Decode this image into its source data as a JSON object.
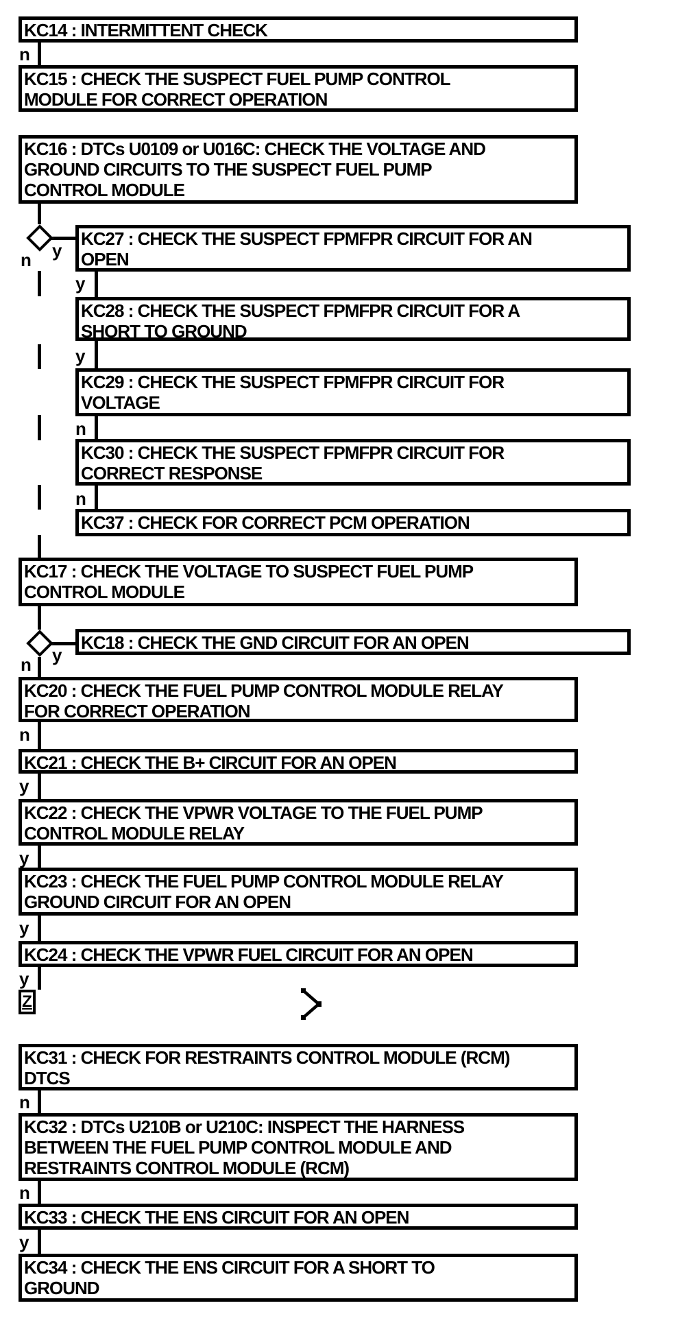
{
  "diagram": {
    "boxes": {
      "kc14": "KC14 : INTERMITTENT CHECK",
      "kc15": "KC15 : CHECK THE SUSPECT FUEL PUMP CONTROL\nMODULE FOR CORRECT OPERATION",
      "kc16": "KC16 : DTCs U0109 or U016C: CHECK THE VOLTAGE AND\nGROUND CIRCUITS TO THE SUSPECT FUEL PUMP\nCONTROL MODULE",
      "kc27": "KC27 : CHECK THE SUSPECT FPMFPR CIRCUIT FOR AN\nOPEN",
      "kc28": "KC28 : CHECK THE SUSPECT FPMFPR CIRCUIT FOR A\nSHORT TO GROUND",
      "kc29": "KC29 : CHECK THE SUSPECT FPMFPR CIRCUIT FOR\nVOLTAGE",
      "kc30": "KC30 : CHECK THE SUSPECT FPMFPR CIRCUIT FOR\nCORRECT RESPONSE",
      "kc37": "KC37 : CHECK FOR CORRECT PCM OPERATION",
      "kc17": "KC17 : CHECK THE VOLTAGE TO SUSPECT FUEL PUMP\nCONTROL MODULE",
      "kc18": "KC18 : CHECK THE GND CIRCUIT FOR AN OPEN",
      "kc20": "KC20 : CHECK THE FUEL PUMP CONTROL MODULE RELAY\nFOR CORRECT OPERATION",
      "kc21": "KC21 : CHECK THE B+ CIRCUIT FOR AN OPEN",
      "kc22": "KC22 : CHECK THE VPWR VOLTAGE TO THE FUEL PUMP\nCONTROL MODULE RELAY",
      "kc23": "KC23 : CHECK THE FUEL PUMP CONTROL MODULE RELAY\nGROUND CIRCUIT FOR AN OPEN",
      "kc24": "KC24 : CHECK THE VPWR FUEL CIRCUIT FOR AN OPEN",
      "kc31": "KC31 : CHECK FOR RESTRAINTS CONTROL MODULE (RCM)\nDTCS",
      "kc32": "KC32 : DTCs U210B or U210C: INSPECT THE HARNESS\nBETWEEN THE FUEL PUMP CONTROL MODULE AND\nRESTRAINTS CONTROL MODULE (RCM)",
      "kc33": "KC33 : CHECK THE ENS CIRCUIT FOR AN OPEN",
      "kc34": "KC34 : CHECK THE ENS CIRCUIT FOR A SHORT TO\nGROUND"
    },
    "branch_labels": {
      "kc14_n": "n",
      "d1_y": "y",
      "d1_n": "n",
      "kc27_y": "y",
      "kc28_y": "y",
      "kc29_n": "n",
      "kc30_n": "n",
      "d2_y": "y",
      "d2_n": "n",
      "kc20_n": "n",
      "kc21_y": "y",
      "kc22_y": "y",
      "kc23_y": "y",
      "kc24_y": "y",
      "kc31_n": "n",
      "kc32_n": "n",
      "kc33_y": "y"
    },
    "off_page_connector": "Z",
    "colors": {
      "line": "#000000",
      "background": "#ffffff"
    }
  }
}
